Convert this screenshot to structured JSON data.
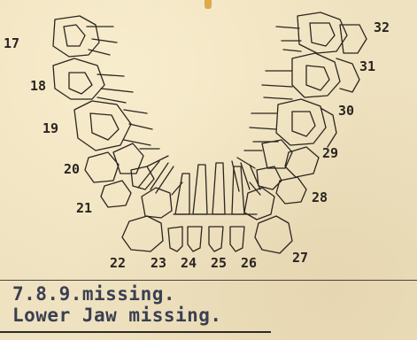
{
  "tooth_numbers": {
    "t17": "17",
    "t18": "18",
    "t19": "19",
    "t20": "20",
    "t21": "21",
    "t22": "22",
    "t23": "23",
    "t24": "24",
    "t25": "25",
    "t26": "26",
    "t27": "27",
    "t28": "28",
    "t29": "29",
    "t30": "30",
    "t31": "31",
    "t32": "32"
  },
  "notes": {
    "line1": "7.8.9.missing.",
    "line2": "Lower Jaw missing."
  },
  "colors": {
    "paper": "#efe2c0",
    "ink": "#2b2520",
    "typewriter": "#3a3f52"
  }
}
